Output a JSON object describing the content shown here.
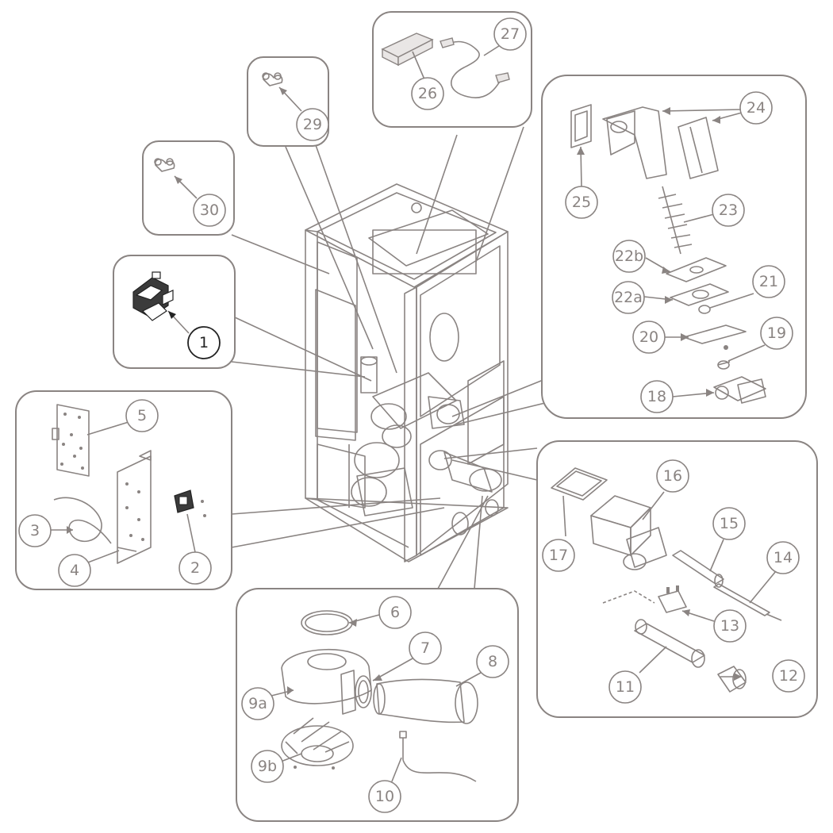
{
  "callouts": [
    {
      "id": "c1",
      "label": "1",
      "highlight": true
    },
    {
      "id": "c2",
      "label": "2"
    },
    {
      "id": "c3",
      "label": "3"
    },
    {
      "id": "c4",
      "label": "4"
    },
    {
      "id": "c5",
      "label": "5"
    },
    {
      "id": "c6",
      "label": "6"
    },
    {
      "id": "c7",
      "label": "7"
    },
    {
      "id": "c8",
      "label": "8"
    },
    {
      "id": "c9a",
      "label": "9a"
    },
    {
      "id": "c9b",
      "label": "9b"
    },
    {
      "id": "c10",
      "label": "10"
    },
    {
      "id": "c11",
      "label": "11"
    },
    {
      "id": "c12",
      "label": "12"
    },
    {
      "id": "c13",
      "label": "13"
    },
    {
      "id": "c14",
      "label": "14"
    },
    {
      "id": "c15",
      "label": "15"
    },
    {
      "id": "c16",
      "label": "16"
    },
    {
      "id": "c17",
      "label": "17"
    },
    {
      "id": "c18",
      "label": "18"
    },
    {
      "id": "c19",
      "label": "19"
    },
    {
      "id": "c20",
      "label": "20"
    },
    {
      "id": "c21",
      "label": "21"
    },
    {
      "id": "c22a",
      "label": "22a"
    },
    {
      "id": "c22b",
      "label": "22b"
    },
    {
      "id": "c23",
      "label": "23"
    },
    {
      "id": "c24",
      "label": "24"
    },
    {
      "id": "c25",
      "label": "25"
    },
    {
      "id": "c26",
      "label": "26"
    },
    {
      "id": "c27",
      "label": "27"
    },
    {
      "id": "c29",
      "label": "29"
    },
    {
      "id": "c30",
      "label": "30"
    }
  ],
  "colors": {
    "line": "#8a8482",
    "highlight": "#222222",
    "fill": "#e9e6e5"
  }
}
